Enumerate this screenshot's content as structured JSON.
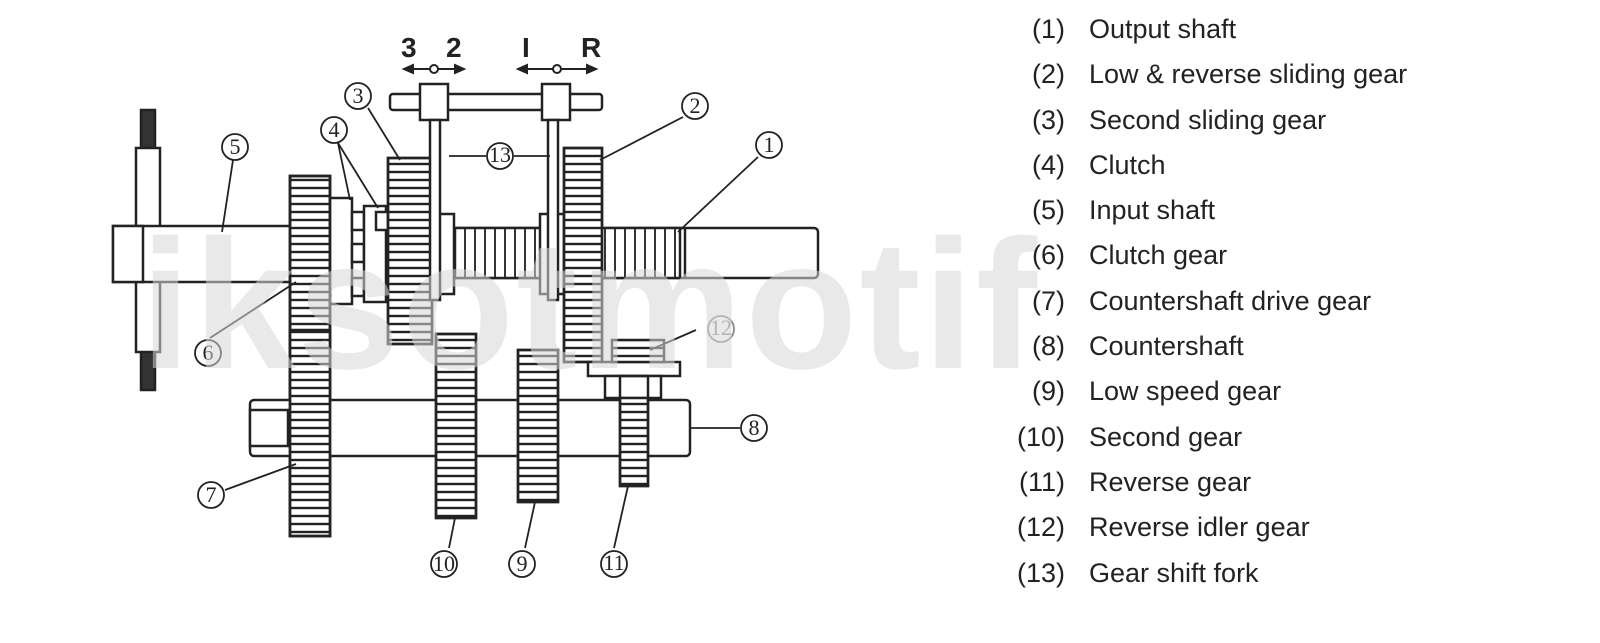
{
  "shift_labels": {
    "left_a": "3",
    "left_b": "2",
    "right_a": "I",
    "right_b": "R"
  },
  "callouts": [
    "1",
    "2",
    "3",
    "4",
    "5",
    "6",
    "7",
    "8",
    "9",
    "10",
    "11",
    "12",
    "13"
  ],
  "legend": [
    {
      "num": "(1)",
      "text": "Output shaft"
    },
    {
      "num": "(2)",
      "text": "Low & reverse sliding gear"
    },
    {
      "num": "(3)",
      "text": "Second sliding gear"
    },
    {
      "num": "(4)",
      "text": "Clutch"
    },
    {
      "num": "(5)",
      "text": "Input shaft"
    },
    {
      "num": "(6)",
      "text": "Clutch gear"
    },
    {
      "num": "(7)",
      "text": "Countershaft drive gear"
    },
    {
      "num": "(8)",
      "text": "Countershaft"
    },
    {
      "num": "(9)",
      "text": "Low speed gear"
    },
    {
      "num": "(10)",
      "text": "Second gear"
    },
    {
      "num": "(11)",
      "text": "Reverse gear"
    },
    {
      "num": "(12)",
      "text": "Reverse idler gear"
    },
    {
      "num": "(13)",
      "text": "Gear shift fork"
    }
  ],
  "watermark": "iksotmotif"
}
